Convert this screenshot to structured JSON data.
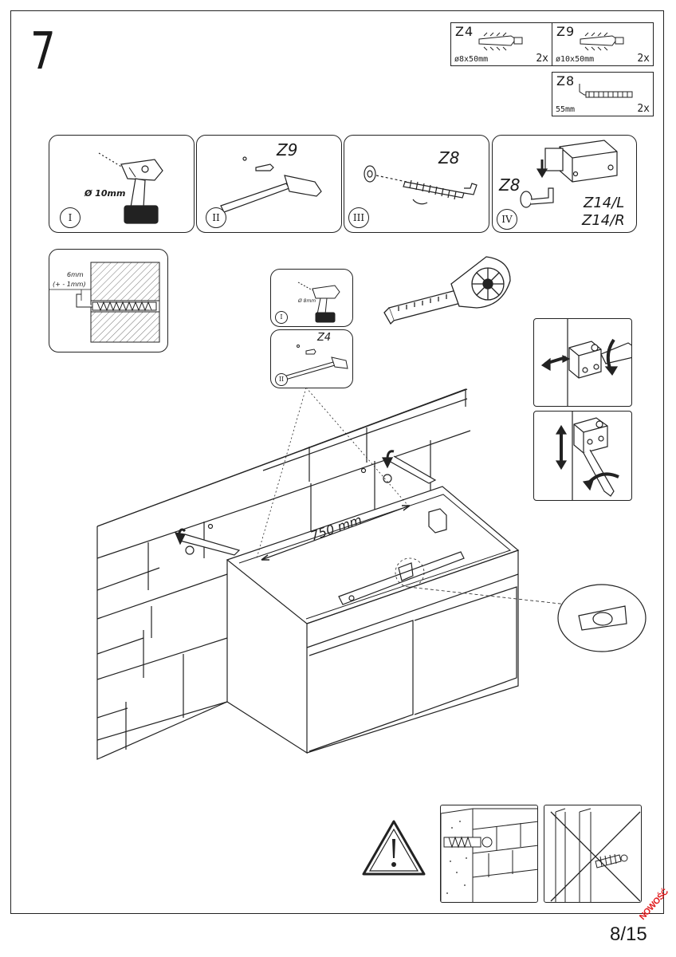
{
  "step": {
    "number": "7"
  },
  "parts": [
    {
      "code": "Z4",
      "dimension": "ø8x50mm",
      "quantity": "2x",
      "icon": "wall-plug-icon"
    },
    {
      "code": "Z9",
      "dimension": "ø10x50mm",
      "quantity": "2x",
      "icon": "wall-plug-icon"
    },
    {
      "code": "Z8",
      "dimension": "55mm",
      "quantity": "2x",
      "icon": "hook-screw-icon"
    }
  ],
  "panels": {
    "drill": {
      "roman": "I",
      "label": "Ø 10mm"
    },
    "plug": {
      "roman": "II",
      "label": "Z9"
    },
    "screw": {
      "roman": "III",
      "label": "Z8"
    },
    "hang": {
      "roman": "IV",
      "label_part": "Z8",
      "label_left": "Z14/L",
      "label_right": "Z14/R"
    },
    "depth": {
      "label_depth": "6mm",
      "label_tolerance": "(+ - 1mm)"
    },
    "small_drill": {
      "roman": "I",
      "label": "Ø 8mm"
    },
    "small_plug": {
      "roman": "II",
      "label": "Z4"
    }
  },
  "measurement": {
    "distance": "750 mm"
  },
  "footer": {
    "page": "8/15",
    "stamp": "NOWOŚĆ"
  },
  "icons": [
    "drill-icon",
    "tape-measure-icon",
    "warning-icon",
    "level-icon",
    "hammer-icon",
    "wall-plug-icon",
    "hook-screw-icon",
    "washer-icon",
    "bracket-icon"
  ],
  "colors": {
    "stamp": "#e0191b",
    "line": "#222222"
  }
}
